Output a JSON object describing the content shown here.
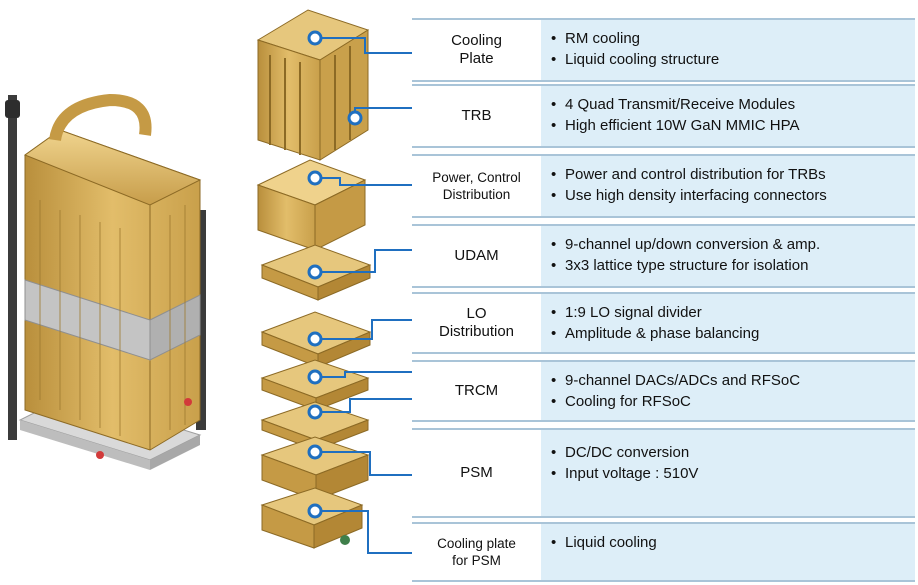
{
  "colors": {
    "connector": "#1f6fc0",
    "row_border": "#a9c4d8",
    "desc_fill": "#ddeef8",
    "module_gold": "#d7ae55"
  },
  "rows": [
    {
      "label_lines": [
        "Cooling",
        "Plate"
      ],
      "bullets": [
        "RM cooling",
        "Liquid cooling structure"
      ]
    },
    {
      "label_lines": [
        "TRB"
      ],
      "bullets": [
        "4 Quad Transmit/Receive Modules",
        "High efficient 10W GaN MMIC HPA"
      ]
    },
    {
      "label_lines": [
        "Power, Control",
        "Distribution"
      ],
      "bullets": [
        "Power and control distribution for TRBs",
        "Use high density interfacing connectors"
      ]
    },
    {
      "label_lines": [
        "UDAM"
      ],
      "bullets": [
        "9-channel up/down conversion & amp.",
        "3x3 lattice type structure for isolation"
      ]
    },
    {
      "label_lines": [
        "LO",
        "Distribution"
      ],
      "bullets": [
        "1:9 LO signal divider",
        "Amplitude & phase balancing"
      ]
    },
    {
      "label_lines": [
        "TRCM"
      ],
      "bullets": [
        "9-channel DACs/ADCs and RFSoC",
        "Cooling for RFSoC"
      ]
    },
    {
      "label_lines": [
        "PSM"
      ],
      "bullets": [
        "DC/DC conversion",
        "Input voltage : 510V"
      ]
    },
    {
      "label_lines": [
        "Cooling plate",
        "for PSM"
      ],
      "bullets": [
        "Liquid cooling"
      ]
    }
  ],
  "bullet_symbol": "•"
}
